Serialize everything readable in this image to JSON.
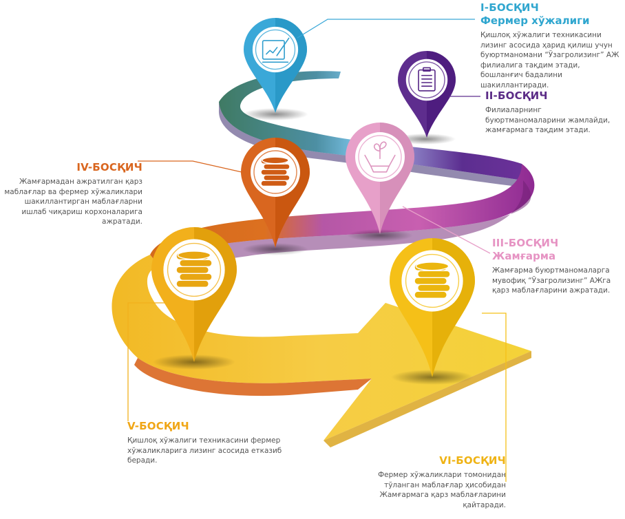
{
  "colors": {
    "step1": "#3AA8D8",
    "step2": "#5E2D8E",
    "step3": "#E7A0C9",
    "step4": "#D9661F",
    "step5": "#F2B01C",
    "step6": "#F5C018"
  },
  "steps": [
    {
      "id": "step1",
      "title": "I-БОСҚИЧ",
      "subtitle": "Фермер хўжалиги",
      "description": "Қишлоқ хўжалиги техникасини лизинг асосида ҳарид қилиш учун буюртманомани “Ўзагролизинг” АЖ филиалига тақдим этади, бошланғич бадалини шакиллантиради.",
      "icon": "document-pen-icon"
    },
    {
      "id": "step2",
      "title": "II-БОСҚИЧ",
      "subtitle": "",
      "description": "Филиаларнинг буюртманомаларини жамлайди, жамғармага тақдим этади.",
      "icon": "clipboard-icon"
    },
    {
      "id": "step3",
      "title": "III-БОСҚИЧ",
      "subtitle": "Жамғарма",
      "description": "Жамғарма буюртманомаларга мувофиқ “Ўзагролизинг” АЖга қарз маблағларини ажратади.",
      "icon": "hands-sprout-icon"
    },
    {
      "id": "step4",
      "title": "IV-БОСҚИЧ",
      "subtitle": "",
      "description": "Жамғармадан ажратилган қарз маблағлар ва фермер хўжаликлари шакиллантирган маблағларни ишлаб чиқариш корхоналарига ажратади.",
      "icon": "coins-icon"
    },
    {
      "id": "step5",
      "title": "V-БОСҚИЧ",
      "subtitle": "",
      "description": "Қишлоқ хўжалиги техникасини фермер хўжаликларига лизинг асосида етказиб беради.",
      "icon": "coins-icon"
    },
    {
      "id": "step6",
      "title": "VI-БОСҚИЧ",
      "subtitle": "",
      "description": "Фермер хўжаликлари томонидан тўланган маблағлар ҳисобидан Жамғармага қарз маблағларини қайтаради.",
      "icon": "coins-icon"
    }
  ]
}
